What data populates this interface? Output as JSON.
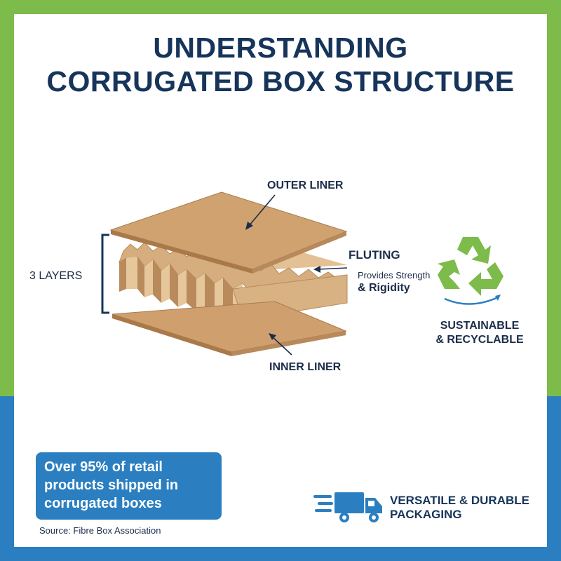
{
  "title": {
    "line1": "UNDERSTANDING",
    "line2": "CORRUGATED BOX STRUCTURE"
  },
  "labels": {
    "outer_liner": "OUTER LINER",
    "fluting": "FLUTING",
    "fluting_desc_1": "Provides Strength",
    "fluting_desc_2": "& Rigidity",
    "inner_liner": "INNER LINER",
    "layers": "3 LAYERS"
  },
  "sustainability": {
    "icon": "recycle-icon",
    "line1": "SUSTAINABLE",
    "line2": "& RECYCLABLE"
  },
  "stat": {
    "text": "Over 95% of retail products shipped in corrugated boxes",
    "source": "Source: Fibre Box Association"
  },
  "feature": {
    "icon": "delivery-truck-icon",
    "line1": "VERSATILE & DURABLE",
    "line2": "PACKAGING"
  },
  "colors": {
    "green": "#7dbb4a",
    "blue": "#2b7fc0",
    "navy": "#17345a",
    "cardboard": "#d1a574"
  }
}
